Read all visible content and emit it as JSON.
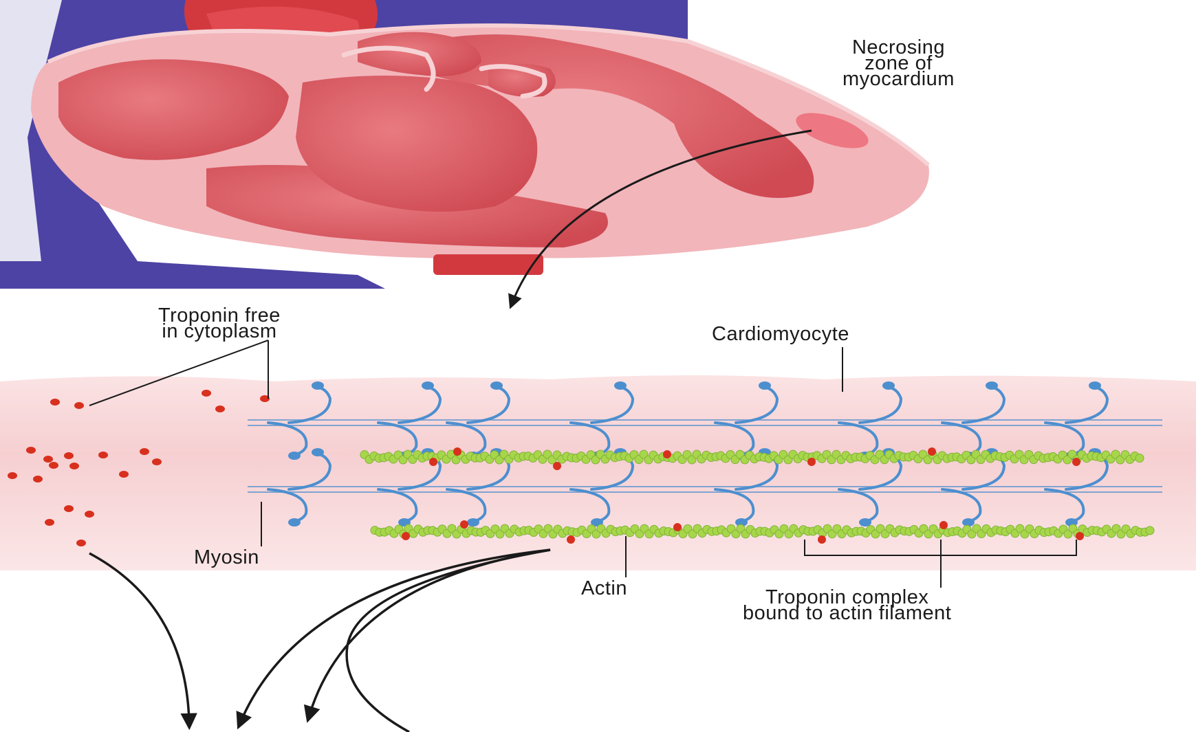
{
  "labels": {
    "necrosing_zone": [
      "Necrosing",
      "zone of",
      "myocardium"
    ],
    "troponin_free": [
      "Troponin free",
      "in cytoplasm"
    ],
    "cardiomyocyte": "Cardiomyocyte",
    "myosin": "Myosin",
    "actin": "Actin",
    "troponin_complex": [
      "Troponin complex",
      "bound to actin filament"
    ]
  },
  "colors": {
    "heart_wall": "#f2b5ba",
    "chamber": "#dc5a62",
    "vessel": "#3a2f9a",
    "necrosis": "#ec6c78",
    "cell": "#f8d6d8",
    "myosin": "#4c8fcf",
    "actin": "#a8d64a",
    "troponin": "#d8301e",
    "line": "#1a1a1a"
  },
  "icons": {
    "arrow": "arrow-down-icon",
    "troponin_dot": "troponin-dot-icon"
  }
}
